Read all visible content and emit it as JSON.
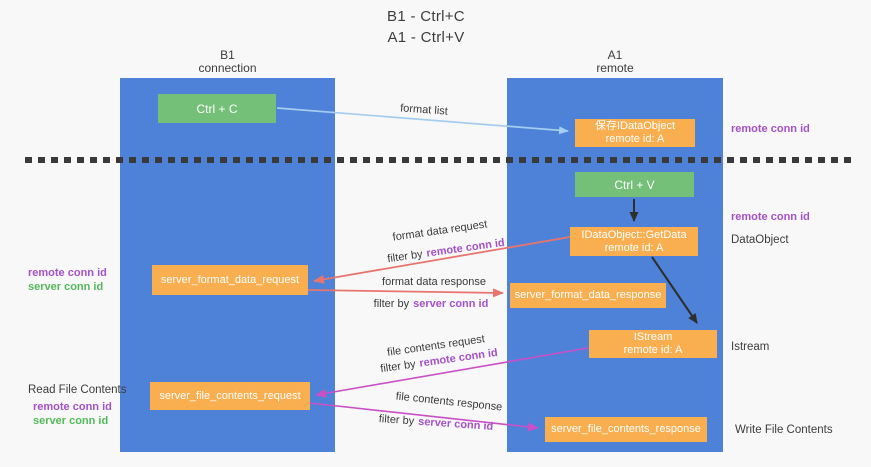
{
  "title": {
    "line1": "B1 - Ctrl+C",
    "line2": "A1 - Ctrl+V"
  },
  "lanes": {
    "b1": {
      "name": "B1",
      "role": "connection"
    },
    "a1": {
      "name": "A1",
      "role": "remote"
    }
  },
  "nodes": {
    "ctrl_c": {
      "label": "Ctrl + C"
    },
    "ctrl_v": {
      "label": "Ctrl + V"
    },
    "save_idataobject": {
      "line1": "保存IDataObject",
      "line2": "remote id: A"
    },
    "getdata": {
      "line1": "IDataObject::GetData",
      "line2": "remote id: A"
    },
    "istream": {
      "line1": "IStream",
      "line2": "remote id: A"
    },
    "format_request": {
      "label": "server_format_data_request"
    },
    "format_response": {
      "label": "server_format_data_response"
    },
    "file_request": {
      "label": "server_file_contents_request"
    },
    "file_response": {
      "label": "server_file_contents_response"
    }
  },
  "flow_labels": {
    "format_list": "format list",
    "format_data_request": "format data request",
    "format_data_response": "format data response",
    "file_contents_request": "file contents request",
    "file_contents_response": "file contents response",
    "filter_by": "filter by",
    "remote_conn_id": "remote conn id",
    "server_conn_id": "server conn id"
  },
  "side_labels": {
    "remote_conn_id": "remote conn id",
    "server_conn_id": "server conn id",
    "dataobject": "DataObject",
    "istream": "Istream",
    "read_file_contents": "Read File Contents",
    "write_file_contents": "Write File Contents"
  },
  "colors": {
    "lane_blue": "#4e82d8",
    "node_orange": "#f9ae4f",
    "node_green": "#74c078",
    "arrow_light_blue": "#a5cdf0",
    "arrow_black": "#2e2e2e",
    "arrow_salmon": "#e8756d",
    "arrow_magenta": "#cb4fc6",
    "label_purple": "#a452c8",
    "label_green": "#53b95a"
  }
}
